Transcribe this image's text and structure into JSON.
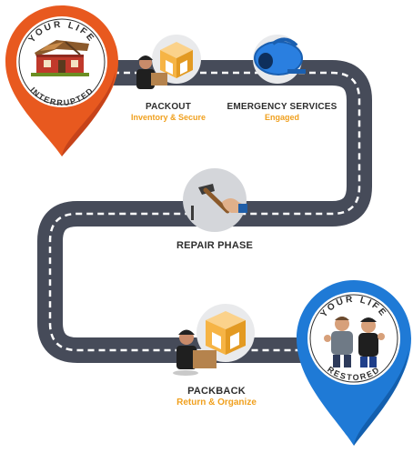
{
  "pins": {
    "start": {
      "text_top": "YOUR LIFE",
      "text_bottom": "INTERRUPTED",
      "color": "#e8591f"
    },
    "end": {
      "text_top": "YOUR LIFE",
      "text_bottom": "RESTORED",
      "color": "#1f7ad6"
    }
  },
  "stages": {
    "packout": {
      "title": "PACKOUT",
      "subtitle": "Inventory & Secure"
    },
    "emergency": {
      "title": "EMERGENCY SERVICES",
      "subtitle": "Engaged"
    },
    "repair": {
      "title": "REPAIR PHASE"
    },
    "packback": {
      "title": "PACKBACK",
      "subtitle": "Return & Organize"
    }
  },
  "colors": {
    "road": "#464b59",
    "road_dash": "#ffffff",
    "accent": "#f0a01e",
    "box": "#f6b445"
  }
}
